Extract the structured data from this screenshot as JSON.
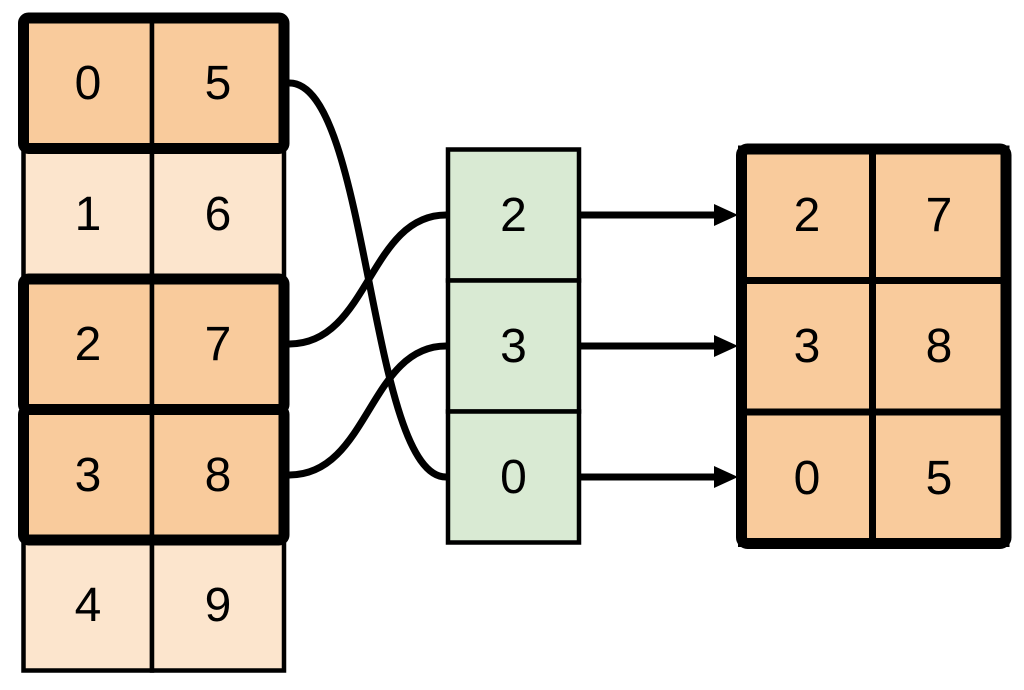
{
  "colors": {
    "highlight_fill": "#F9CB9C",
    "muted_fill": "#FCE5CD",
    "index_fill": "#D9EAD3",
    "line": "#000000",
    "background": "#FFFFFF"
  },
  "source_table": {
    "columns": 2,
    "rows": [
      {
        "cells": [
          "0",
          "5"
        ],
        "highlighted": true
      },
      {
        "cells": [
          "1",
          "6"
        ],
        "highlighted": false
      },
      {
        "cells": [
          "2",
          "7"
        ],
        "highlighted": true
      },
      {
        "cells": [
          "3",
          "8"
        ],
        "highlighted": true
      },
      {
        "cells": [
          "4",
          "9"
        ],
        "highlighted": false
      }
    ]
  },
  "index_list": {
    "values": [
      "2",
      "3",
      "0"
    ]
  },
  "result_table": {
    "columns": 2,
    "rows": [
      {
        "cells": [
          "2",
          "7"
        ]
      },
      {
        "cells": [
          "3",
          "8"
        ]
      },
      {
        "cells": [
          "0",
          "5"
        ]
      }
    ]
  },
  "connections": {
    "source_to_index": [
      {
        "source_row": 0,
        "index_position": 2
      },
      {
        "source_row": 2,
        "index_position": 0
      },
      {
        "source_row": 3,
        "index_position": 1
      }
    ],
    "index_to_result": [
      {
        "index_position": 0,
        "result_row": 0
      },
      {
        "index_position": 1,
        "result_row": 1
      },
      {
        "index_position": 2,
        "result_row": 2
      }
    ]
  }
}
